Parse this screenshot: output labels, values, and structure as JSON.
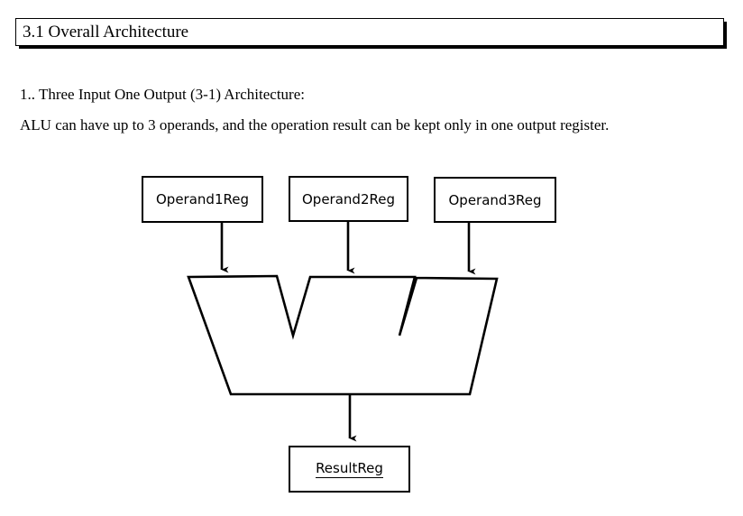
{
  "heading": {
    "text": "3.1 Overall Architecture"
  },
  "body": {
    "line1": "1.. Three Input One Output (3-1) Architecture:",
    "line2": "ALU can have up to 3 operands, and the operation result can be kept only in one output register."
  },
  "diagram": {
    "input_registers": [
      {
        "label": "Operand1Reg"
      },
      {
        "label": "Operand2Reg"
      },
      {
        "label": "Operand3Reg"
      }
    ],
    "alu": {
      "shape": "alu-trapezoid",
      "notches": 2
    },
    "output_register": {
      "label": "ResultReg",
      "spellcheck_error": true
    },
    "arrows": [
      {
        "name": "operand1-to-alu"
      },
      {
        "name": "operand2-to-alu"
      },
      {
        "name": "operand3-to-alu"
      },
      {
        "name": "alu-to-result"
      }
    ]
  },
  "colors": {
    "ink": "#000000",
    "page": "#ffffff",
    "spellcheck": "#FF0000"
  }
}
